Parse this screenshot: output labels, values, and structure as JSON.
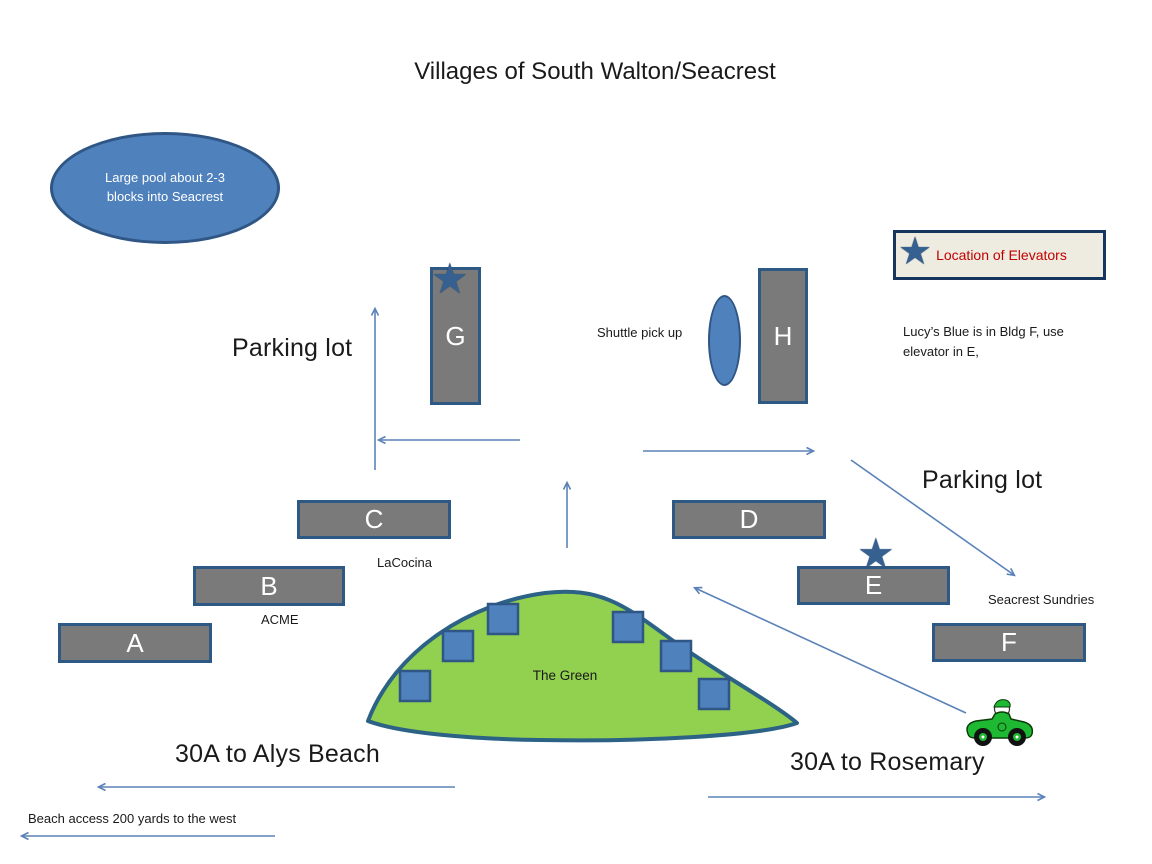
{
  "title": "Villages of South Walton/Seacrest",
  "pool_note": "Large pool  about 2-3 blocks into Seacrest",
  "legend": {
    "label": "Location of Elevators"
  },
  "notes": {
    "lucys": "Lucy’s Blue is in Bldg F, use elevator in E,",
    "shuttle": "Shuttle pick up",
    "lacocina": "LaCocina",
    "acme": "ACME",
    "sundries": "Seacrest Sundries",
    "green": "The Green",
    "beach_access": "Beach access 200 yards to the west"
  },
  "labels": {
    "parking_left": "Parking lot",
    "parking_right": "Parking lot",
    "to_alys": "30A to Alys Beach",
    "to_rosemary": "30A to Rosemary"
  },
  "buildings": [
    {
      "label": "A"
    },
    {
      "label": "B"
    },
    {
      "label": "C"
    },
    {
      "label": "D"
    },
    {
      "label": "E"
    },
    {
      "label": "F"
    },
    {
      "label": "G"
    },
    {
      "label": "H"
    }
  ],
  "icons": {
    "elevator_star": "star-icon",
    "car": "car-icon"
  },
  "colors": {
    "building_fill": "#7a7a7a",
    "building_border": "#2e5984",
    "accent_blue": "#4f81bd",
    "arrow_blue": "#5b82b8",
    "legend_bg": "#eeece1",
    "legend_border": "#17365d",
    "legend_text": "#c00000",
    "green_fill": "#92d050",
    "green_border": "#2c6286",
    "star_blue": "#36608f",
    "car_green": "#1fb832"
  }
}
